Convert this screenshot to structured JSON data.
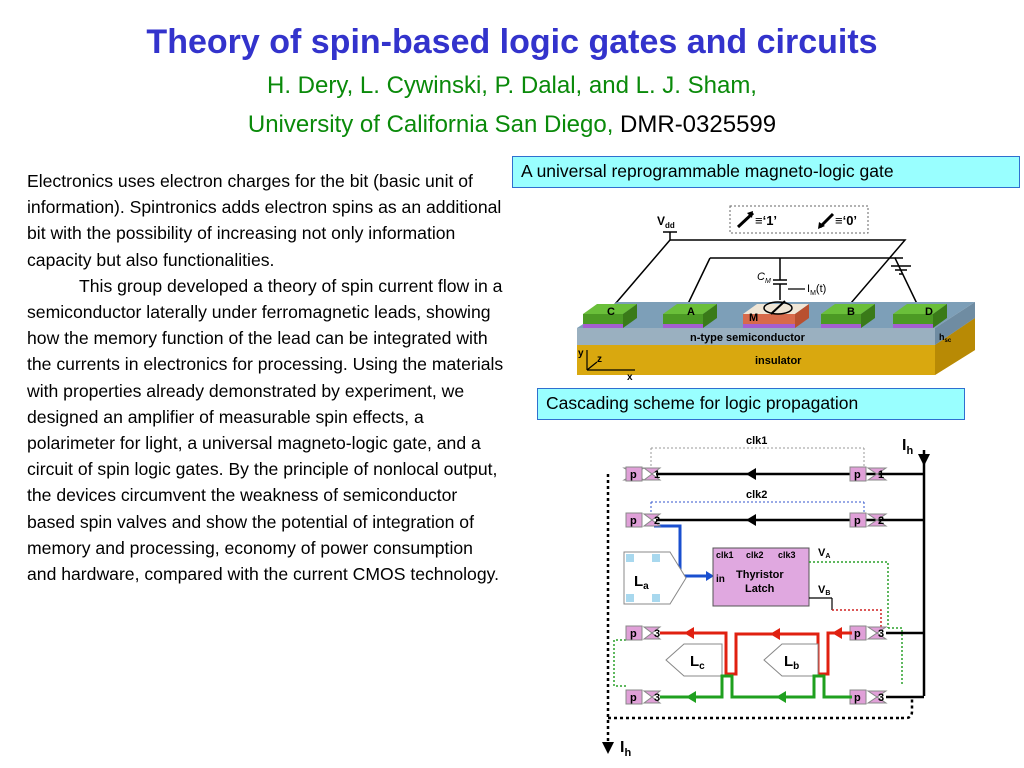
{
  "header": {
    "title": "Theory of spin-based logic gates and circuits",
    "authors": "H. Dery, L. Cywinski, P. Dalal, and L. J. Sham,",
    "affiliation": "University of California San Diego,",
    "grant": "DMR-0325599"
  },
  "body": {
    "paragraph1": "Electronics uses electron charges for the bit (basic unit of information). Spintronics adds electron spins as an additional bit with the possibility of increasing not only information capacity but also functionalities.",
    "paragraph2": "This group developed a theory of spin current flow in a semiconductor laterally under ferromagnetic leads, showing how the memory function of the lead can be integrated with the currents in electronics for processing. Using the materials with properties already demonstrated by experiment, we designed an amplifier of measurable spin effects, a polarimeter for light, a universal magneto-logic gate, and a circuit of spin logic gates. By the principle of nonlocal output, the devices circumvent the weakness of semiconductor based spin valves and show the potential of integration of memory and processing, economy of power consumption and hardware, compared with the current CMOS technology."
  },
  "figure1": {
    "caption": "A universal reprogrammable magneto-logic gate",
    "vdd": "V",
    "vdd_sub": "dd",
    "legend_one": "≡‘1’",
    "legend_zero": "≡‘0’",
    "cm": "C",
    "cm_sub": "M",
    "im": "I",
    "im_sub": "M",
    "im_suffix": "(t)",
    "contacts": [
      "C",
      "A",
      "M",
      "B",
      "D"
    ],
    "semiconductor": "n-type  semiconductor",
    "insulator": "insulator",
    "hsc": "h",
    "hsc_sub": "sc",
    "axis_y": "y",
    "axis_z": "z",
    "axis_x": "x"
  },
  "figure2": {
    "caption": "Cascading scheme for logic propagation",
    "ih": "I",
    "ih_sub": "h",
    "clk1": "clk1",
    "clk2": "clk2",
    "p_label": "p",
    "row_nums": [
      "1",
      "2",
      "3",
      "3"
    ],
    "latch_title": "Thyristor",
    "latch_sub": "Latch",
    "latch_clks": [
      "clk1",
      "clk2",
      "clk3"
    ],
    "latch_in": "in",
    "va": "V",
    "va_sub": "A",
    "vb": "V",
    "vb_sub": "B",
    "la": "L",
    "la_sub": "a",
    "lc": "L",
    "lc_sub": "c",
    "lb": "L",
    "lb_sub": "b"
  }
}
